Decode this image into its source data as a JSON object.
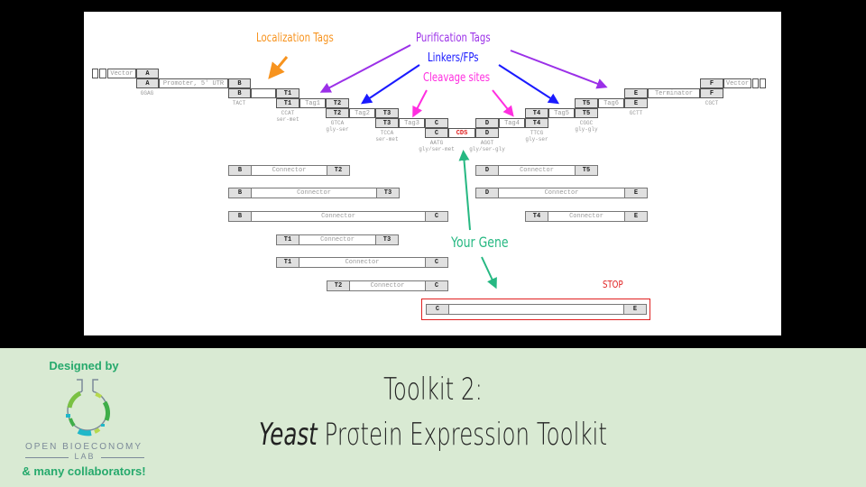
{
  "diagram": {
    "annotations": {
      "localization": {
        "text": "Localization Tags",
        "color": "#f7931e"
      },
      "purification": {
        "text": "Purification Tags",
        "color": "#9b30e8"
      },
      "linkers": {
        "text": "Linkers/FPs",
        "color": "#1a1aff"
      },
      "cleavage": {
        "text": "Cleavage sites",
        "color": "#ff2ee0"
      },
      "your_gene": {
        "text": "Your Gene",
        "color": "#26b882"
      },
      "stop": {
        "text": "STOP",
        "color": "#e02020"
      }
    },
    "assembly": {
      "vector_left": "Vector",
      "site_a": "A",
      "promoter": "Promoter, 5' UTR",
      "site_b": "B",
      "site_t1": "T1",
      "tag1": "Tag1",
      "site_t2": "T2",
      "tag2": "Tag2",
      "site_t3": "T3",
      "tag3": "Tag3",
      "site_c": "C",
      "cds": "CDS",
      "site_d": "D",
      "tag4": "Tag4",
      "site_t4": "T4",
      "tag5": "Tag5",
      "site_t5": "T5",
      "tag6": "Tag6",
      "site_e": "E",
      "terminator": "Terminator",
      "site_f": "F",
      "vector_right": "Vector"
    },
    "overhangs": {
      "a": "GGAG",
      "b": "TACT",
      "t1": "CCAT",
      "t1_aa": "ser-met",
      "t2": "GTCA",
      "t2_aa": "gly-ser",
      "t3": "TCCA",
      "t3_aa": "ser-met",
      "c": "AATG",
      "c_aa": "gly/ser-met",
      "d": "AGGT",
      "d_aa": "gly/ser-gly",
      "t4": "TTCG",
      "t4_aa": "gly-ser",
      "t5": "CGGC",
      "t5_aa": "gly-gly",
      "e": "GCTT",
      "f": "CGCT"
    },
    "connector_label": "Connector",
    "connectors": [
      {
        "left": "B",
        "right": "T2"
      },
      {
        "left": "B",
        "right": "T3"
      },
      {
        "left": "B",
        "right": "C"
      },
      {
        "left": "T1",
        "right": "T3"
      },
      {
        "left": "T1",
        "right": "C"
      },
      {
        "left": "T2",
        "right": "C"
      },
      {
        "left": "D",
        "right": "T5"
      },
      {
        "left": "D",
        "right": "E"
      },
      {
        "left": "T4",
        "right": "E"
      }
    ],
    "stop_part": {
      "left": "C",
      "right": "E"
    }
  },
  "footer": {
    "designed_by": "Designed by",
    "lab_name": "OPEN BIOECONOMY",
    "lab_sub": "LAB",
    "collaborators": "& many collaborators!",
    "title_line1": "Toolkit 2:",
    "title_line2_italic": "Yeast",
    "title_line2_rest": "Prσtein Expression Toolkit"
  }
}
